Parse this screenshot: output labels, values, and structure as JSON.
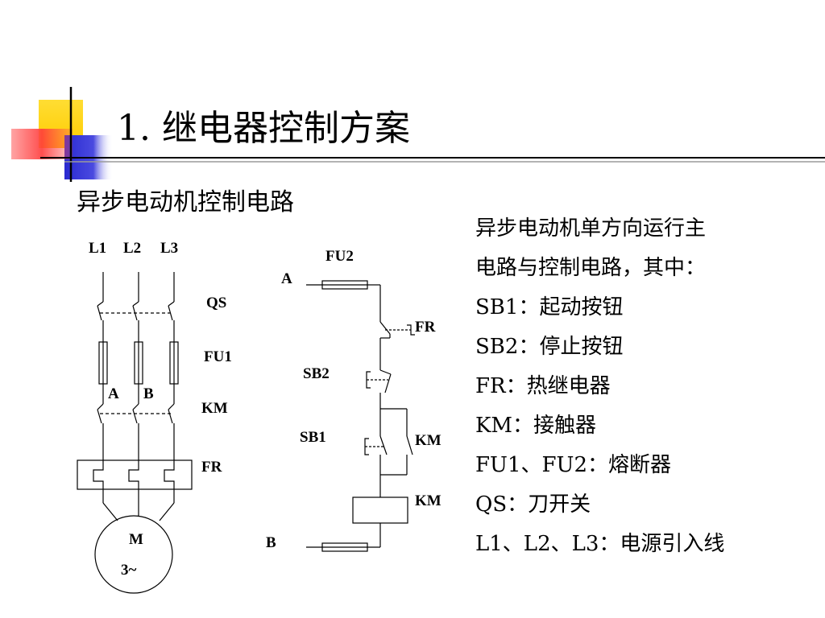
{
  "slide": {
    "title": "1. 继电器控制方案",
    "subtitle": "异步电动机控制电路",
    "description": [
      "异步电动机单方向运行主",
      "电路与控制电路，其中：",
      "SB1：起动按钮",
      "SB2：停止按钮",
      "FR：热继电器",
      "KM：接触器",
      "FU1、FU2：熔断器",
      "QS：刀开关",
      "L1、L2、L3：电源引入线"
    ]
  },
  "colors": {
    "deco_yellow": "#ffcc00",
    "deco_blue": "#3333cc",
    "deco_red": "#ff5050",
    "rule_gray": "#808080"
  },
  "main_circuit": {
    "phase_labels": [
      "L1",
      "L2",
      "L3"
    ],
    "qs_label": "QS",
    "fu1_label": "FU1",
    "node_a_label": "A",
    "node_b_label": "B",
    "km_label": "KM",
    "fr_label": "FR",
    "motor_label": "M",
    "motor_sub_label": "3~"
  },
  "control_circuit": {
    "fu2_label": "FU2",
    "a_label": "A",
    "fr_label": "FR",
    "sb2_label": "SB2",
    "sb1_label": "SB1",
    "km_contact_label": "KM",
    "km_coil_label": "KM",
    "b_label": "B"
  }
}
